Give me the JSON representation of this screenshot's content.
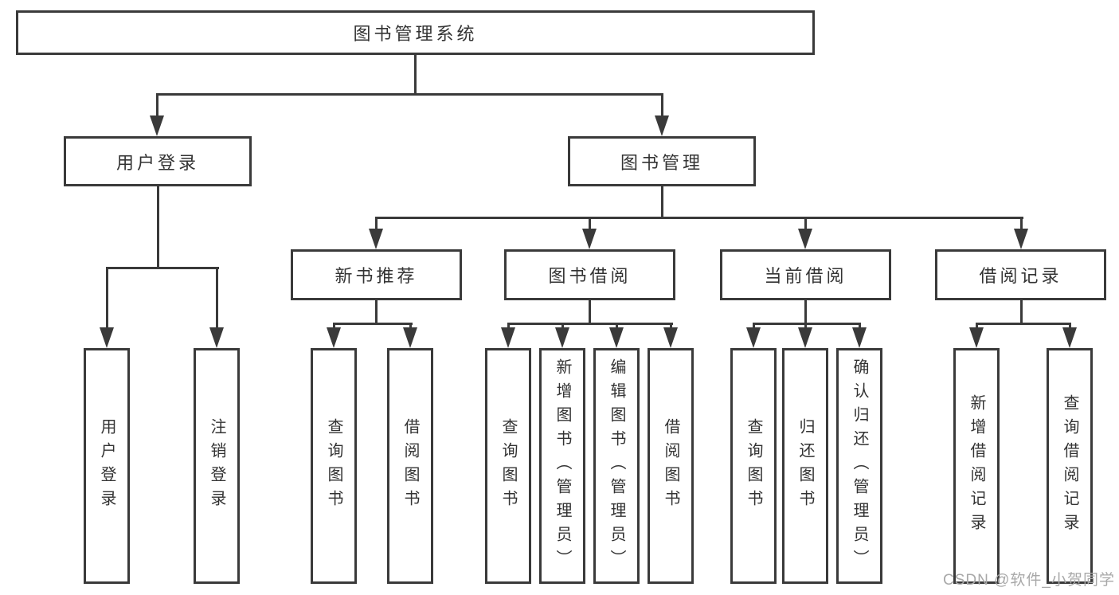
{
  "diagram": {
    "root": {
      "label": "图书管理系统"
    },
    "level2": [
      {
        "label": "用户登录"
      },
      {
        "label": "图书管理"
      }
    ],
    "level3": [
      {
        "label": "新书推荐"
      },
      {
        "label": "图书借阅"
      },
      {
        "label": "当前借阅"
      },
      {
        "label": "借阅记录"
      }
    ],
    "leaves": {
      "user_login_group": [
        {
          "label": "用户登录"
        },
        {
          "label": "注销登录"
        }
      ],
      "new_book_group": [
        {
          "label": "查询图书"
        },
        {
          "label": "借阅图书"
        }
      ],
      "book_borrow_group": [
        {
          "label": "查询图书"
        },
        {
          "label": "新增图书（管理员）"
        },
        {
          "label": "编辑图书（管理员）"
        },
        {
          "label": "借阅图书"
        }
      ],
      "current_borrow_group": [
        {
          "label": "查询图书"
        },
        {
          "label": "归还图书"
        },
        {
          "label": "确认归还（管理员）"
        }
      ],
      "borrow_record_group": [
        {
          "label": "新增借阅记录"
        },
        {
          "label": "查询借阅记录"
        }
      ]
    },
    "watermark": "CSDN @软件_小贺同学",
    "colors": {
      "line": "#3a3a3a",
      "text": "#333333",
      "background": "#ffffff",
      "watermark": "#a8a8a8"
    }
  }
}
